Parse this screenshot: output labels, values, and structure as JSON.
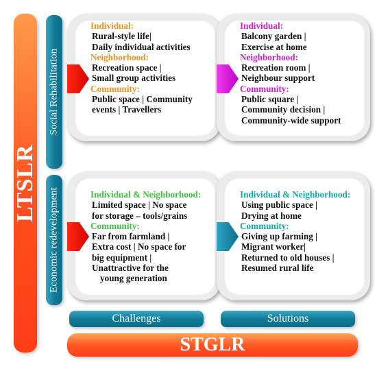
{
  "labels": {
    "ltslr": "LTSLR",
    "stglr": "STGLR",
    "social_rehabilitation": "Social Rehabilitation",
    "economic_redevelopment": "Economic redevelopment",
    "challenges": "Challenges",
    "solutions": "Solutions"
  },
  "colors": {
    "orange": "#ff4f1f",
    "teal": "#127a96",
    "heading_orange": "#f0922a",
    "heading_magenta": "#cc22cc",
    "heading_green": "#44c044",
    "heading_teal": "#14a8a8"
  },
  "quadrants": {
    "social_challenges": {
      "h1": "Individual:",
      "l1": "Rural-style life|",
      "l2": "Daily individual activities",
      "h2": "Neighborhood:",
      "l3": "Recreation space |",
      "l4": "Small group activities",
      "h3": "Community:",
      "l5": "Public space | Community",
      "l6": "events | Travellers"
    },
    "social_solutions": {
      "h1": "Individual:",
      "l1": "Balcony garden |",
      "l2": "Exercise at home",
      "h2": "Neighborhood:",
      "l3": "Recreation room |",
      "l4": "Neighbour support",
      "h3": "Community:",
      "l5": "Public square |",
      "l6": "Community decision |",
      "l7": "Community-wide support"
    },
    "economic_challenges": {
      "h1": "Individual & Neighborhood:",
      "l1": "Limited space | No space",
      "l2": "for storage – tools/grains",
      "h2": "Community:",
      "l3": "Far from farmland |",
      "l4": "Extra cost | No space for",
      "l5": "big equipment |",
      "l6": "Unattractive for the",
      "l7": "young generation"
    },
    "economic_solutions": {
      "h1": "Individual & Neighborhood:",
      "l1": "Using public space |",
      "l2": "Drying at home",
      "h2": "Community:",
      "l3": "Giving up farming |",
      "l4": "Migrant worker|",
      "l5": "Returned to old houses |",
      "l6": "Resumed rural life"
    }
  }
}
